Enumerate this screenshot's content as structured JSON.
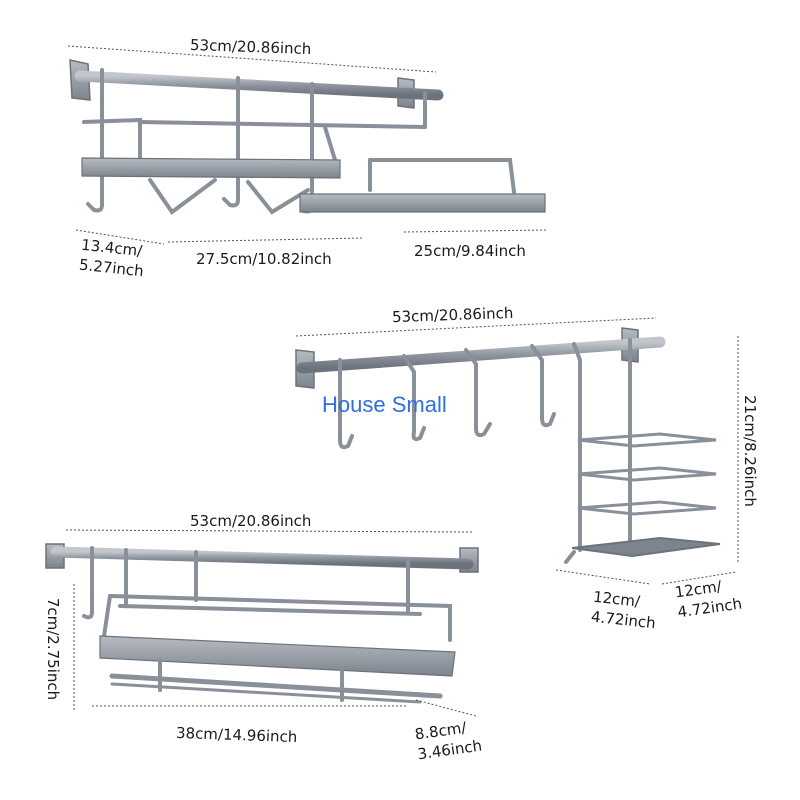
{
  "watermark": "House Small",
  "products": [
    {
      "name": "rack-with-two-shelves",
      "dimensions": {
        "width": "53cm/20.86inch",
        "depth": "13.4cm/\n5.27inch",
        "shelf_left": "27.5cm/10.82inch",
        "shelf_right": "25cm/9.84inch"
      }
    },
    {
      "name": "rack-with-hooks-and-basket",
      "dimensions": {
        "width": "53cm/20.86inch",
        "height": "21cm/8.26inch",
        "basket_width": "12cm/\n4.72inch",
        "basket_depth": "12cm/\n4.72inch"
      }
    },
    {
      "name": "rack-with-long-shelf",
      "dimensions": {
        "width": "53cm/20.86inch",
        "height": "7cm/2.75inch",
        "shelf_length": "38cm/14.96inch",
        "shelf_depth": "8.8cm/\n3.46inch"
      }
    }
  ],
  "colors": {
    "metal": "#8e949d",
    "metal_dark": "#6c727b",
    "metal_light": "#b3b8bf",
    "dim_line": "#555555",
    "watermark": "#2f6fe0"
  }
}
